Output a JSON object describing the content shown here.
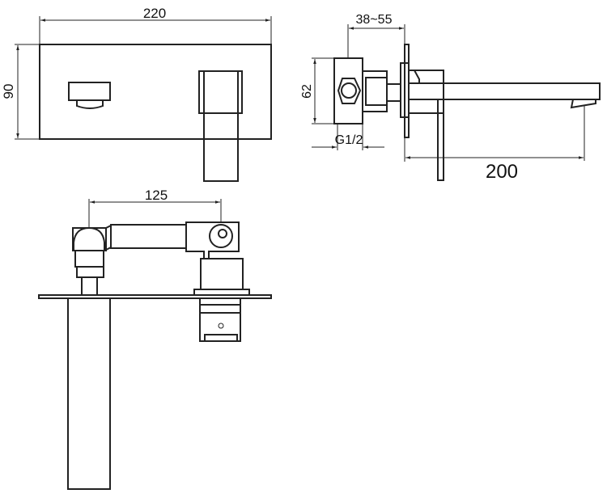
{
  "dimensions": {
    "width": "220",
    "height": "90",
    "wall_depth": "38~55",
    "body_height": "62",
    "thread": "G1/2",
    "spout_reach": "200",
    "center_distance": "125"
  },
  "colors": {
    "line": "#222222",
    "background": "#ffffff"
  }
}
